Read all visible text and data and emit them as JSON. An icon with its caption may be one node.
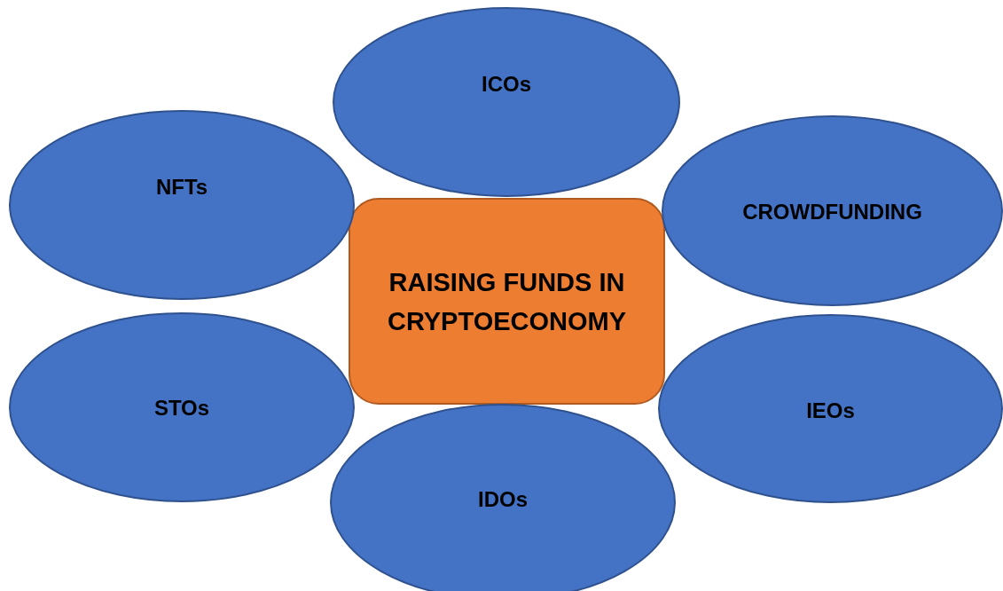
{
  "diagram": {
    "nodes": [
      {
        "text": [
          "ICOs"
        ]
      },
      {
        "text": [
          "NFTs"
        ]
      },
      {
        "text": [
          "CROWDFUNDING"
        ]
      },
      {
        "text": [
          "RAISING FUNDS IN CRYPTOECONOMY"
        ]
      },
      {
        "text": [
          "STOs"
        ]
      },
      {
        "text": [
          "IEOs"
        ]
      },
      {
        "text": [
          "IDOs"
        ]
      }
    ]
  }
}
